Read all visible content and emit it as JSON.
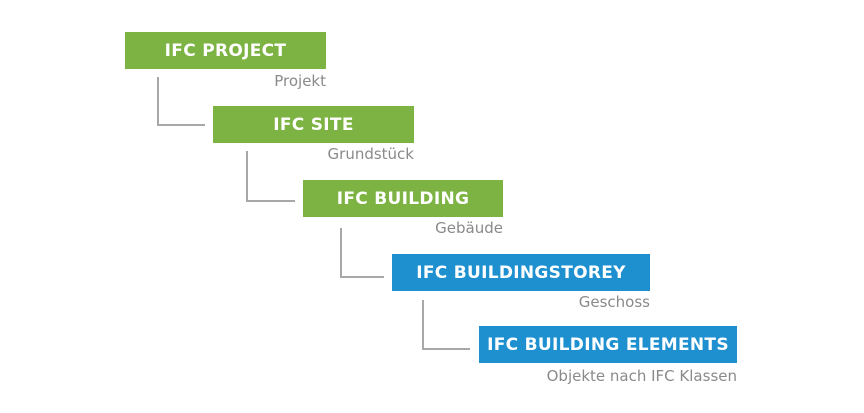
{
  "colors": {
    "green": "#7cb342",
    "blue": "#1e90d0",
    "subtitle": "#8a8a8a",
    "connector": "#a8a8a8"
  },
  "nodes": [
    {
      "title": "IFC PROJECT",
      "subtitle": "Projekt",
      "color": "green"
    },
    {
      "title": "IFC SITE",
      "subtitle": "Grundstück",
      "color": "green"
    },
    {
      "title": "IFC BUILDING",
      "subtitle": "Gebäude",
      "color": "green"
    },
    {
      "title": "IFC BUILDINGSTOREY",
      "subtitle": "Geschoss",
      "color": "blue"
    },
    {
      "title": "IFC BUILDING ELEMENTS",
      "subtitle": "Objekte nach IFC Klassen",
      "color": "blue"
    }
  ]
}
